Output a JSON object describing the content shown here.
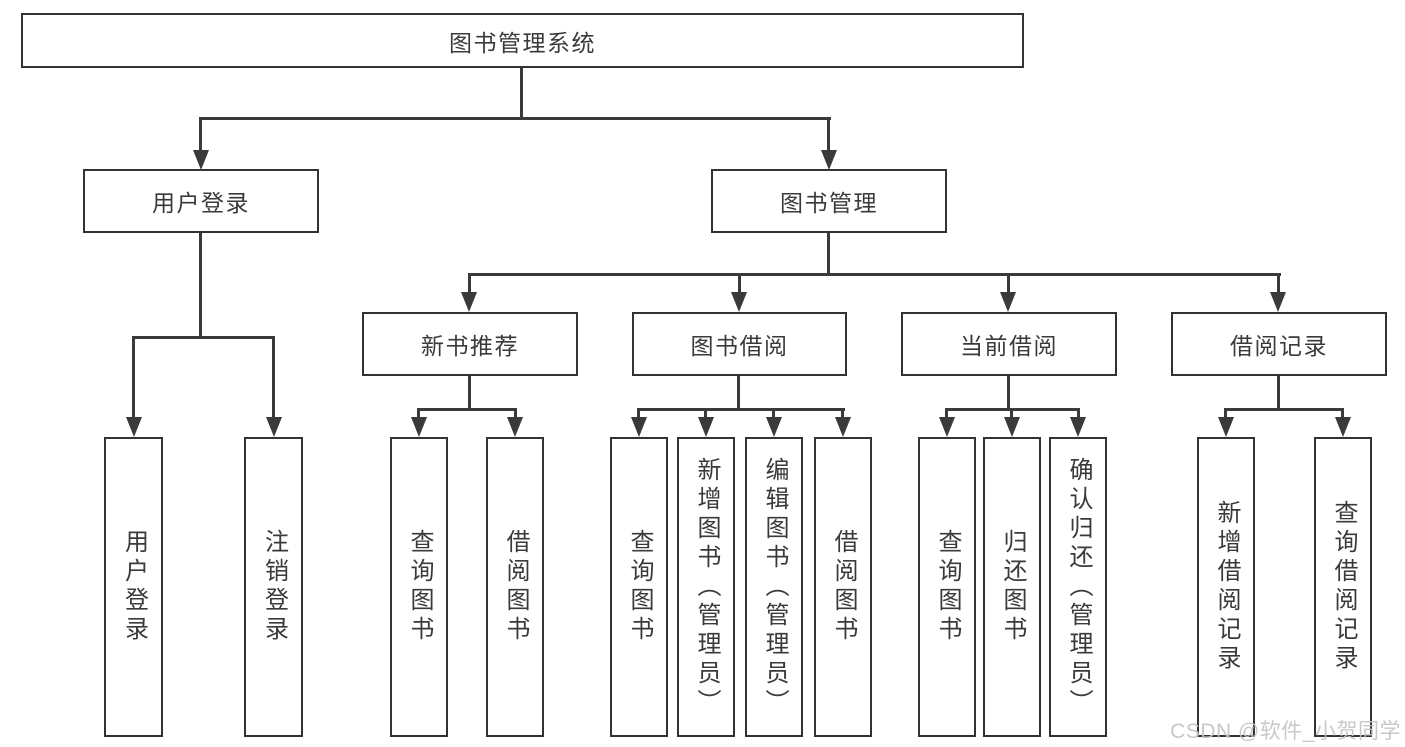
{
  "diagram": {
    "type": "hierarchy-tree",
    "colors": {
      "line": "#3a3a3a",
      "box_border": "#333333",
      "text": "#3a3a3a",
      "background": "#ffffff",
      "watermark": "#c3c3c3"
    },
    "tree": {
      "label": "图书管理系统",
      "children": [
        {
          "label": "用户登录",
          "children": [
            {
              "label": "用户登录"
            },
            {
              "label": "注销登录"
            }
          ]
        },
        {
          "label": "图书管理",
          "children": [
            {
              "label": "新书推荐",
              "children": [
                {
                  "label": "查询图书"
                },
                {
                  "label": "借阅图书"
                }
              ]
            },
            {
              "label": "图书借阅",
              "children": [
                {
                  "label": "查询图书"
                },
                {
                  "label": "新增图书（管理员）"
                },
                {
                  "label": "编辑图书（管理员）"
                },
                {
                  "label": "借阅图书"
                }
              ]
            },
            {
              "label": "当前借阅",
              "children": [
                {
                  "label": "查询图书"
                },
                {
                  "label": "归还图书"
                },
                {
                  "label": "确认归还（管理员）"
                }
              ]
            },
            {
              "label": "借阅记录",
              "children": [
                {
                  "label": "新增借阅记录"
                },
                {
                  "label": "查询借阅记录"
                }
              ]
            }
          ]
        }
      ]
    },
    "watermark": {
      "text": "CSDN @软件_小贺同学"
    }
  }
}
